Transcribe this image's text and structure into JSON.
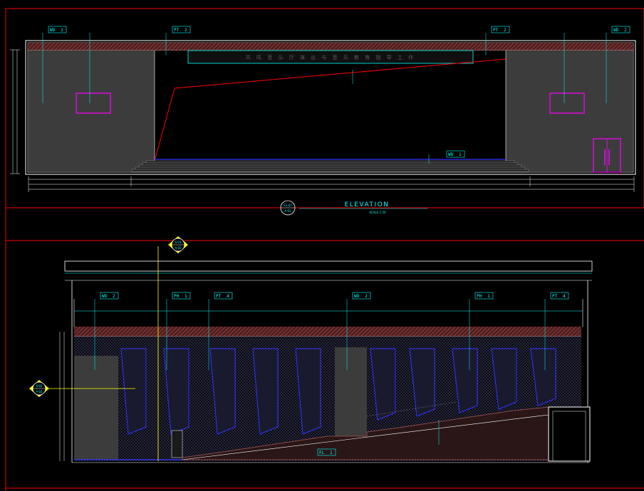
{
  "elevation_title": "ELEVATION",
  "elevation_scale": "SCALE 1:50",
  "elevation_marker_top": "E1-01",
  "elevation_marker_bottom": "A-01",
  "section_marker_top": "S-01",
  "section_marker_bottom": "A-02",
  "left_marker_top": "S-02",
  "left_marker_bottom": "A-02",
  "backdrop_caption": "共 鸣 音 乐 厅 演 出 与 音 乐 教 育 指 导 工 作",
  "top_tags": [
    {
      "code": "WD",
      "num": "2"
    },
    {
      "code": "PT",
      "num": "2"
    },
    {
      "code": "PT",
      "num": "2"
    },
    {
      "code": "WD",
      "num": "2"
    }
  ],
  "stage_tag": {
    "code": "WD",
    "num": "1"
  },
  "section_tags": [
    {
      "code": "WD",
      "num": "2"
    },
    {
      "code": "PH",
      "num": "1"
    },
    {
      "code": "PT",
      "num": "4"
    },
    {
      "code": "WD",
      "num": "2"
    },
    {
      "code": "PH",
      "num": "1"
    },
    {
      "code": "PT",
      "num": "4"
    }
  ],
  "floor_tag": {
    "code": "FL",
    "num": "1"
  },
  "colors": {
    "background": "#000000",
    "frame": "#ff0000",
    "outline": "#ffffff",
    "annotation": "#00ffff",
    "wall": "#3c3c3c",
    "accent": "#ff00ff",
    "blue": "#3232ff",
    "marker": "#ffff00",
    "stair": "#8a4a4a"
  }
}
